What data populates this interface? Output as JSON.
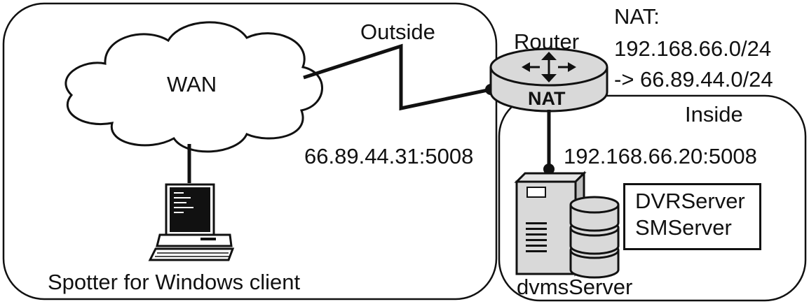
{
  "zones": {
    "outside_label": "Outside",
    "inside_label": "Inside"
  },
  "cloud": {
    "label": "WAN"
  },
  "router": {
    "label": "Router",
    "badge": "NAT"
  },
  "nat_rule": {
    "line1": "NAT:",
    "line2": "192.168.66.0/24",
    "line3": "-> 66.89.44.0/24"
  },
  "addresses": {
    "public": "66.89.44.31:5008",
    "private": "192.168.66.20:5008"
  },
  "client": {
    "label": "Spotter for Windows client"
  },
  "server": {
    "label": "dvmsServer",
    "services": [
      "DVRServer",
      "SMServer"
    ]
  },
  "colors": {
    "stroke": "#111111",
    "device_gray": "#d9d9d9",
    "background": "#ffffff"
  }
}
